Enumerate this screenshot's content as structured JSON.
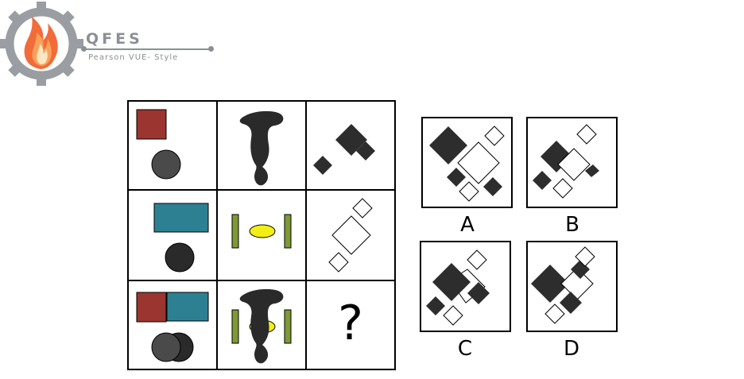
{
  "brand": {
    "name": "QFES",
    "subtitle": "Pearson VUE- Style"
  },
  "puzzle": {
    "missing_cell_symbol": "?"
  },
  "options": [
    {
      "label": "A"
    },
    {
      "label": "B"
    },
    {
      "label": "C"
    },
    {
      "label": "D"
    }
  ],
  "colors": {
    "red_square": "#9b3530",
    "teal_rect": "#2d8092",
    "yellow_ellipse": "#f2ef12",
    "green_bar": "#7d9a34",
    "dark_fill": "#2d2d2d",
    "gray_circle": "#4a4a4a",
    "logo_gear": "#8c8f94",
    "logo_flame": "#f26b3a"
  }
}
